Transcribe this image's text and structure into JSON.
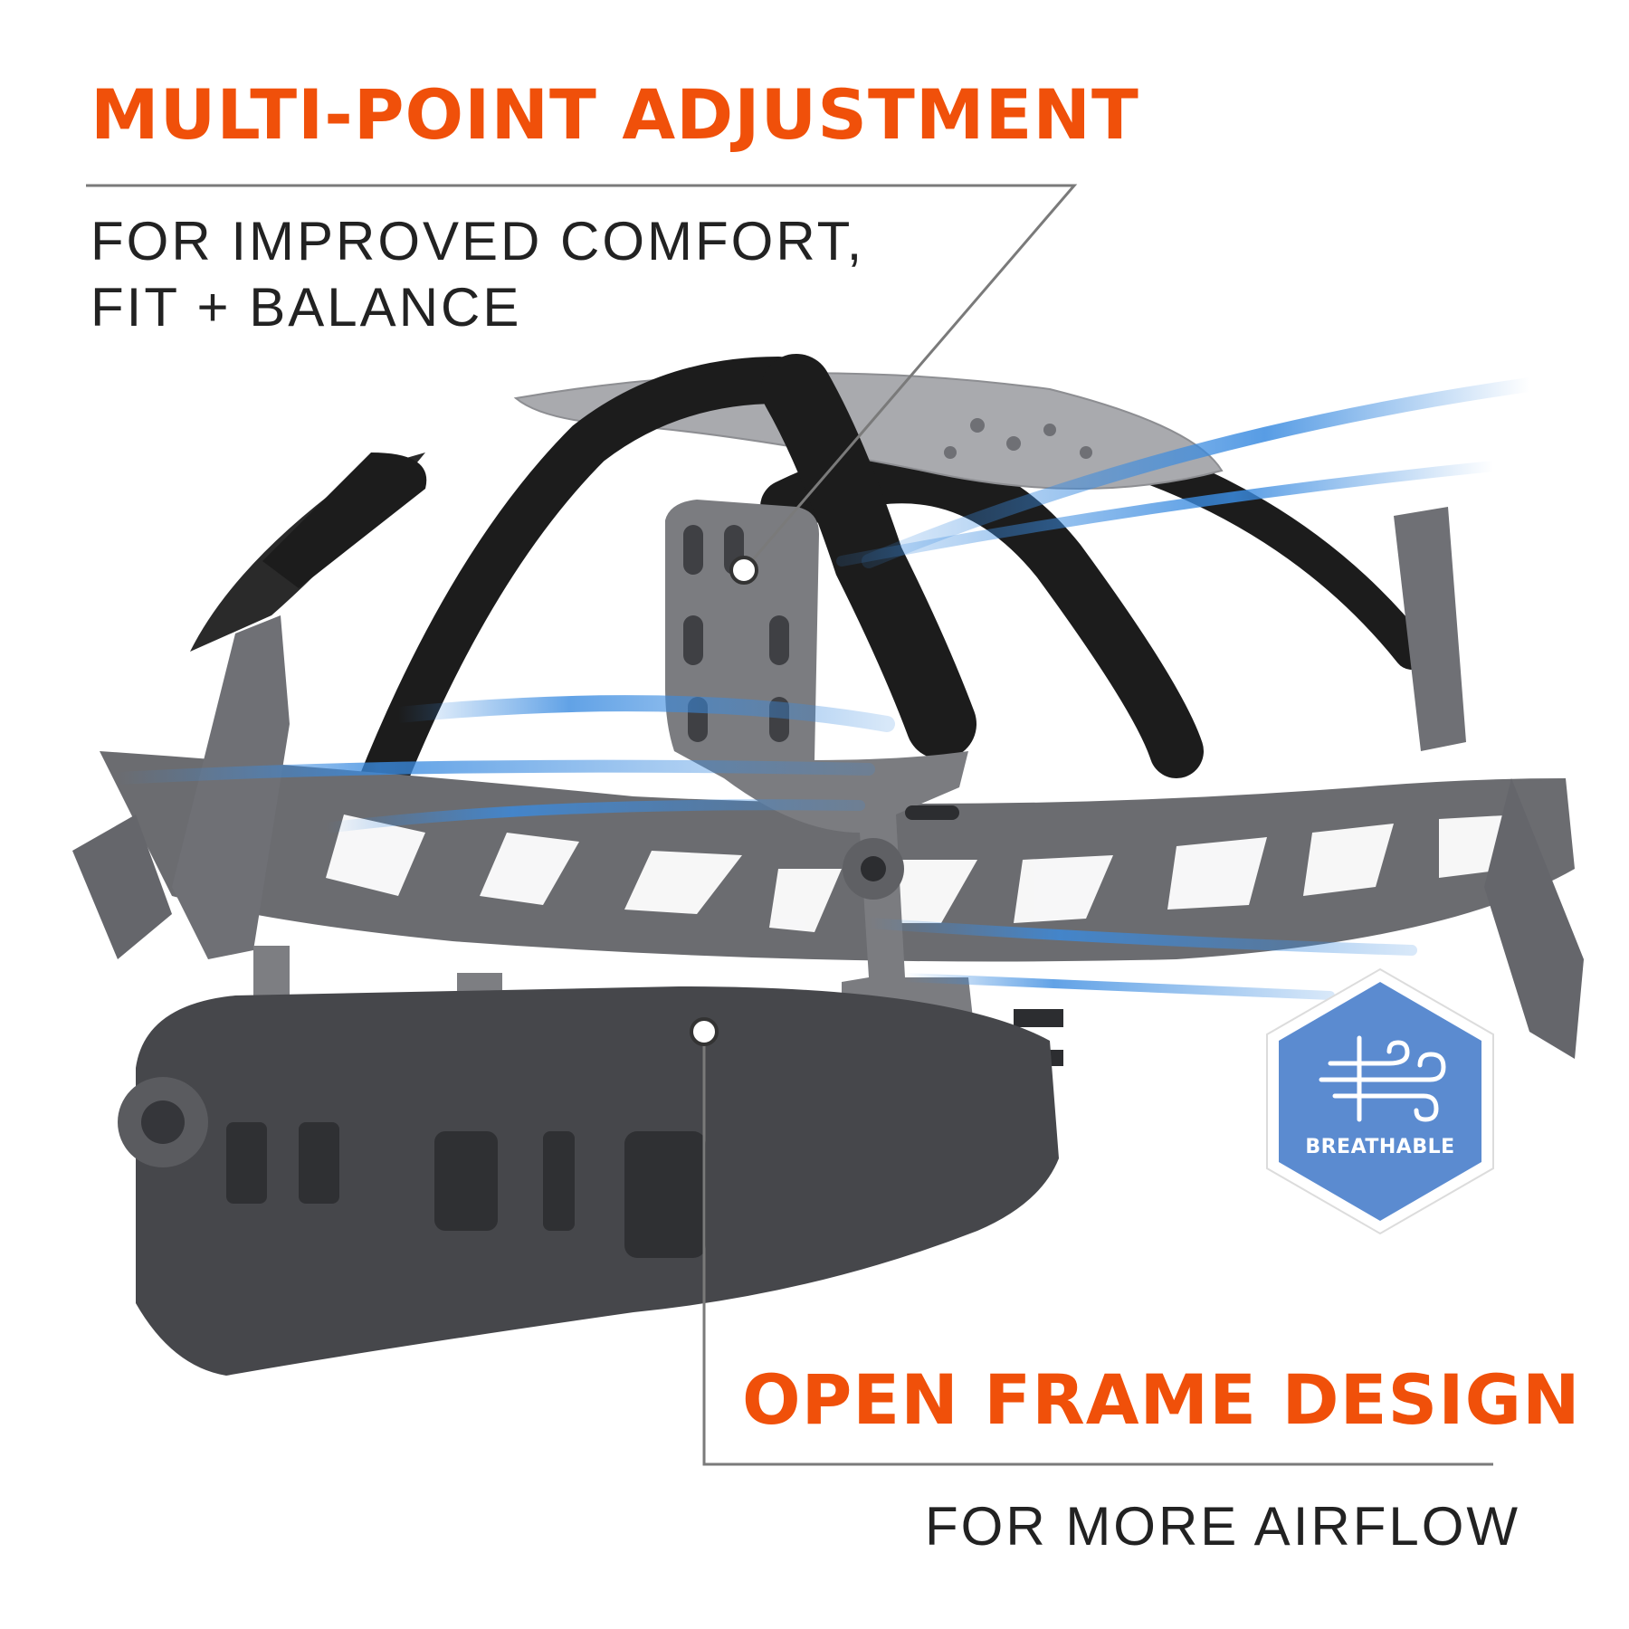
{
  "callouts": {
    "top": {
      "title": "MULTI-POINT ADJUSTMENT",
      "subtitle_line1": "FOR IMPROVED COMFORT,",
      "subtitle_line2": "FIT + BALANCE"
    },
    "bottom": {
      "title": "OPEN FRAME DESIGN",
      "subtitle": "FOR MORE AIRFLOW"
    }
  },
  "badge": {
    "label": "BREATHABLE",
    "icon": "airflow-icon",
    "color": "#5b8bd0"
  },
  "colors": {
    "accent": "#f0500a",
    "callout_line": "#7a7a7a",
    "frame": "#6b6c70",
    "strap": "#1c1c1c",
    "airflow": "#3a8be0"
  }
}
